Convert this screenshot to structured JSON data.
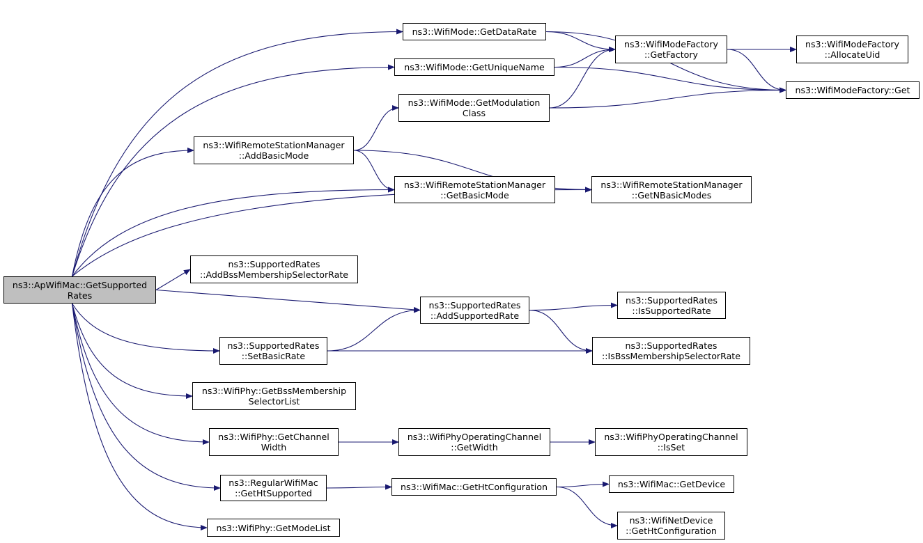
{
  "graph": {
    "edge_color": "#191970",
    "root_fill": "#bfbfbf",
    "nodes": [
      {
        "id": "root",
        "label": "ns3::ApWifiMac::GetSupported\nRates"
      },
      {
        "id": "getDataRate",
        "label": "ns3::WifiMode::GetDataRate"
      },
      {
        "id": "getUniqueName",
        "label": "ns3::WifiMode::GetUniqueName"
      },
      {
        "id": "getModulationClass",
        "label": "ns3::WifiMode::GetModulation\nClass"
      },
      {
        "id": "getFactory",
        "label": "ns3::WifiModeFactory\n::GetFactory"
      },
      {
        "id": "allocateUid",
        "label": "ns3::WifiModeFactory\n::AllocateUid"
      },
      {
        "id": "factoryGet",
        "label": "ns3::WifiModeFactory::Get"
      },
      {
        "id": "addBasicMode",
        "label": "ns3::WifiRemoteStationManager\n::AddBasicMode"
      },
      {
        "id": "getBasicMode",
        "label": "ns3::WifiRemoteStationManager\n::GetBasicMode"
      },
      {
        "id": "getNBasicModes",
        "label": "ns3::WifiRemoteStationManager\n::GetNBasicModes"
      },
      {
        "id": "addBssMembership",
        "label": "ns3::SupportedRates\n::AddBssMembershipSelectorRate"
      },
      {
        "id": "addSupportedRate",
        "label": "ns3::SupportedRates\n::AddSupportedRate"
      },
      {
        "id": "isSupportedRate",
        "label": "ns3::SupportedRates\n::IsSupportedRate"
      },
      {
        "id": "setBasicRate",
        "label": "ns3::SupportedRates\n::SetBasicRate"
      },
      {
        "id": "isBssMembership",
        "label": "ns3::SupportedRates\n::IsBssMembershipSelectorRate"
      },
      {
        "id": "getBssMembershipList",
        "label": "ns3::WifiPhy::GetBssMembership\nSelectorList"
      },
      {
        "id": "getChannelWidth",
        "label": "ns3::WifiPhy::GetChannel\nWidth"
      },
      {
        "id": "opChannelGetWidth",
        "label": "ns3::WifiPhyOperatingChannel\n::GetWidth"
      },
      {
        "id": "opChannelIsSet",
        "label": "ns3::WifiPhyOperatingChannel\n::IsSet"
      },
      {
        "id": "getHtSupported",
        "label": "ns3::RegularWifiMac\n::GetHtSupported"
      },
      {
        "id": "getHtConfiguration",
        "label": "ns3::WifiMac::GetHtConfiguration"
      },
      {
        "id": "getDevice",
        "label": "ns3::WifiMac::GetDevice"
      },
      {
        "id": "netDeviceGetHtConfig",
        "label": "ns3::WifiNetDevice\n::GetHtConfiguration"
      },
      {
        "id": "getModeList",
        "label": "ns3::WifiPhy::GetModeList"
      }
    ],
    "edges": [
      [
        "root",
        "getDataRate"
      ],
      [
        "root",
        "getUniqueName"
      ],
      [
        "root",
        "addBasicMode"
      ],
      [
        "root",
        "getBasicMode"
      ],
      [
        "root",
        "getNBasicModes"
      ],
      [
        "root",
        "addBssMembership"
      ],
      [
        "root",
        "addSupportedRate"
      ],
      [
        "root",
        "setBasicRate"
      ],
      [
        "root",
        "getBssMembershipList"
      ],
      [
        "root",
        "getChannelWidth"
      ],
      [
        "root",
        "getHtSupported"
      ],
      [
        "root",
        "getModeList"
      ],
      [
        "getDataRate",
        "getFactory"
      ],
      [
        "getDataRate",
        "factoryGet"
      ],
      [
        "getUniqueName",
        "getFactory"
      ],
      [
        "getUniqueName",
        "factoryGet"
      ],
      [
        "getModulationClass",
        "getFactory"
      ],
      [
        "getModulationClass",
        "factoryGet"
      ],
      [
        "getFactory",
        "allocateUid"
      ],
      [
        "getFactory",
        "factoryGet"
      ],
      [
        "addBasicMode",
        "getModulationClass"
      ],
      [
        "addBasicMode",
        "getBasicMode"
      ],
      [
        "addBasicMode",
        "getNBasicModes"
      ],
      [
        "getBasicMode",
        "getNBasicModes"
      ],
      [
        "addSupportedRate",
        "isSupportedRate"
      ],
      [
        "addSupportedRate",
        "isBssMembership"
      ],
      [
        "setBasicRate",
        "addSupportedRate"
      ],
      [
        "setBasicRate",
        "isBssMembership"
      ],
      [
        "getChannelWidth",
        "opChannelGetWidth"
      ],
      [
        "opChannelGetWidth",
        "opChannelIsSet"
      ],
      [
        "getHtSupported",
        "getHtConfiguration"
      ],
      [
        "getHtConfiguration",
        "getDevice"
      ],
      [
        "getHtConfiguration",
        "netDeviceGetHtConfig"
      ]
    ]
  }
}
